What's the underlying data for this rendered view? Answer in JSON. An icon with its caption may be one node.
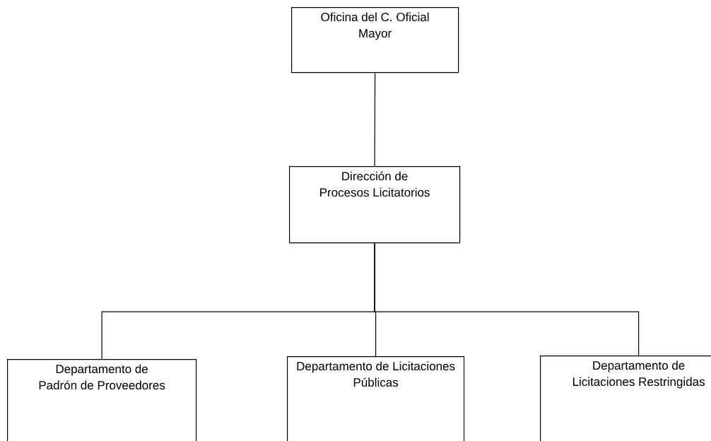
{
  "diagram": {
    "nodes": [
      {
        "text": [
          "Oficina del C. Oficial Mayor"
        ]
      },
      {
        "text": [
          "Dirección de Procesos Licitatorios"
        ]
      },
      {
        "text": [
          "Departamento de Padrón de Proveedores"
        ]
      },
      {
        "text": [
          "Departamento de Licitaciones Públicas"
        ]
      },
      {
        "text": [
          "Departamento de Licitaciones Restringidas"
        ]
      }
    ],
    "edges": [
      {
        "from": 0,
        "to": 1,
        "arrow": "none"
      },
      {
        "from": 1,
        "to": 2,
        "arrow": "none"
      },
      {
        "from": 1,
        "to": 3,
        "arrow": "none"
      },
      {
        "from": 1,
        "to": 4,
        "arrow": "none"
      }
    ]
  }
}
